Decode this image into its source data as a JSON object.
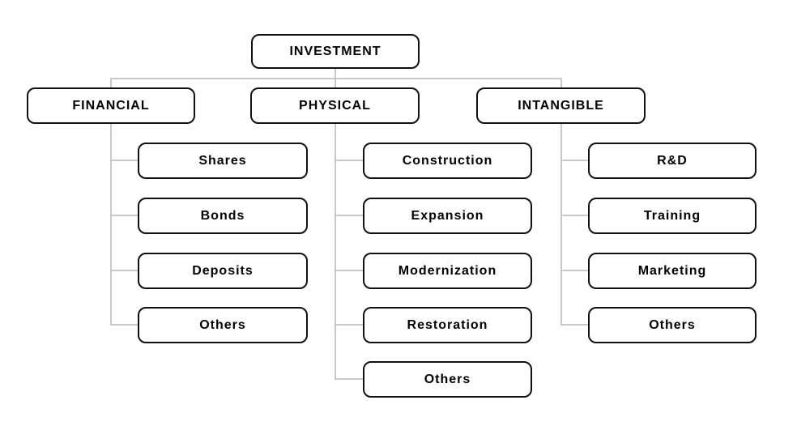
{
  "diagram": {
    "type": "hierarchy-tree",
    "root_label": "INVESTMENT",
    "branches": [
      {
        "label": "FINANCIAL",
        "children": [
          "Shares",
          "Bonds",
          "Deposits",
          "Others"
        ]
      },
      {
        "label": "PHYSICAL",
        "children": [
          "Construction",
          "Expansion",
          "Modernization",
          "Restoration",
          "Others"
        ]
      },
      {
        "label": "INTANGIBLE",
        "children": [
          "R&D",
          "Training",
          "Marketing",
          "Others"
        ]
      }
    ]
  },
  "colors": {
    "background": "#ffffff",
    "box_fill": "#ffffff",
    "box_border": "#111111",
    "text": "#000000",
    "connector": "#c9c9c9"
  }
}
